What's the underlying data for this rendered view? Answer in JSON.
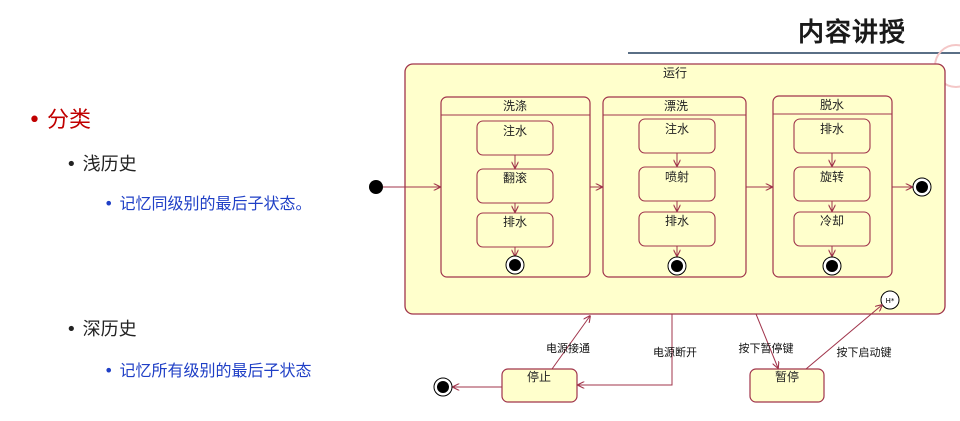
{
  "header": {
    "title": "内容讲授"
  },
  "bullets": {
    "category": "分类",
    "shallow": "浅历史",
    "shallow_desc": "记忆同级别的最后子状态。",
    "deep": "深历史",
    "deep_desc": "记忆所有级别的最后子状态",
    "bullet_glyph": "•"
  },
  "diagram": {
    "outer_state": "运行",
    "washing": {
      "title": "洗涤",
      "steps": [
        "注水",
        "翻滚",
        "排水"
      ]
    },
    "rinsing": {
      "title": "漂洗",
      "steps": [
        "注水",
        "喷射",
        "排水"
      ]
    },
    "spinning": {
      "title": "脱水",
      "steps": [
        "排水",
        "旋转",
        "冷却"
      ]
    },
    "stop_state": "停止",
    "pause_state": "暂停",
    "history_marker": "H*",
    "transitions": {
      "power_on": "电源接通",
      "power_off": "电源断开",
      "press_pause": "按下暂停键",
      "press_start": "按下启动键"
    },
    "colors": {
      "state_fill": "#ffffcc",
      "state_stroke": "#a0344b",
      "arrow": "#a0344b"
    }
  }
}
